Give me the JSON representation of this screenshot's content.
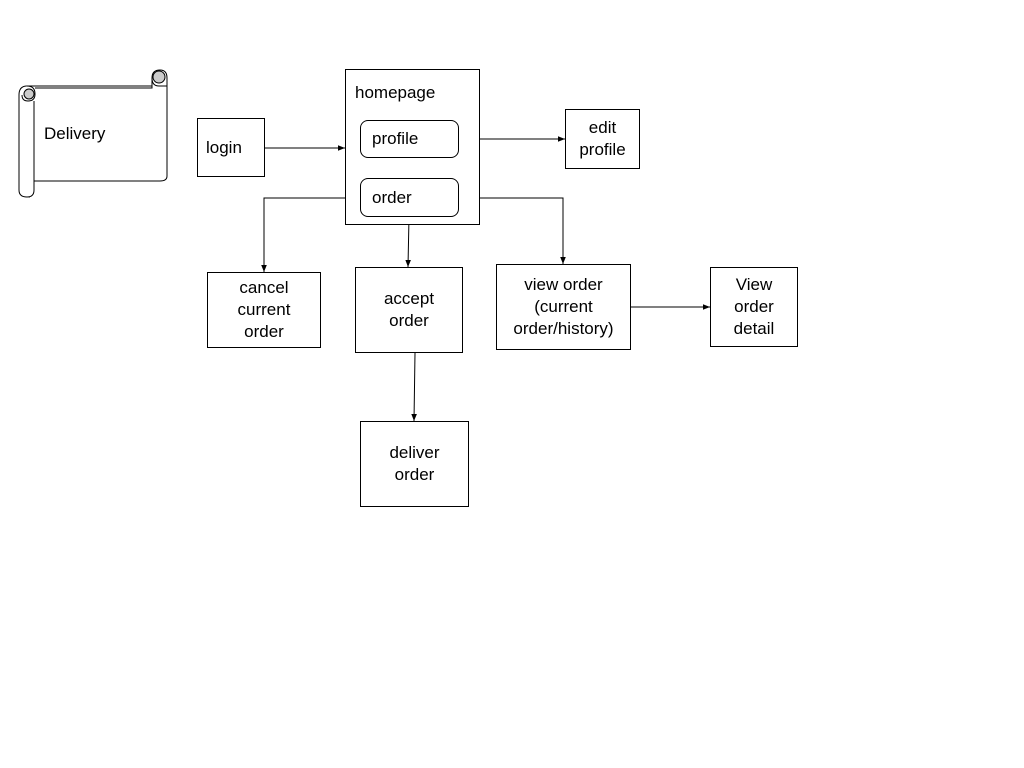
{
  "diagram": {
    "scroll_label": "Delivery",
    "nodes": {
      "login": "login",
      "homepage": "homepage",
      "profile": "profile",
      "order": "order",
      "edit_profile": "edit\nprofile",
      "cancel_current_order": "cancel\ncurrent\norder",
      "accept_order": "accept\norder",
      "view_order": "view order\n(current\norder/history)",
      "view_order_detail": "View\norder\ndetail",
      "deliver_order": "deliver\norder"
    }
  }
}
